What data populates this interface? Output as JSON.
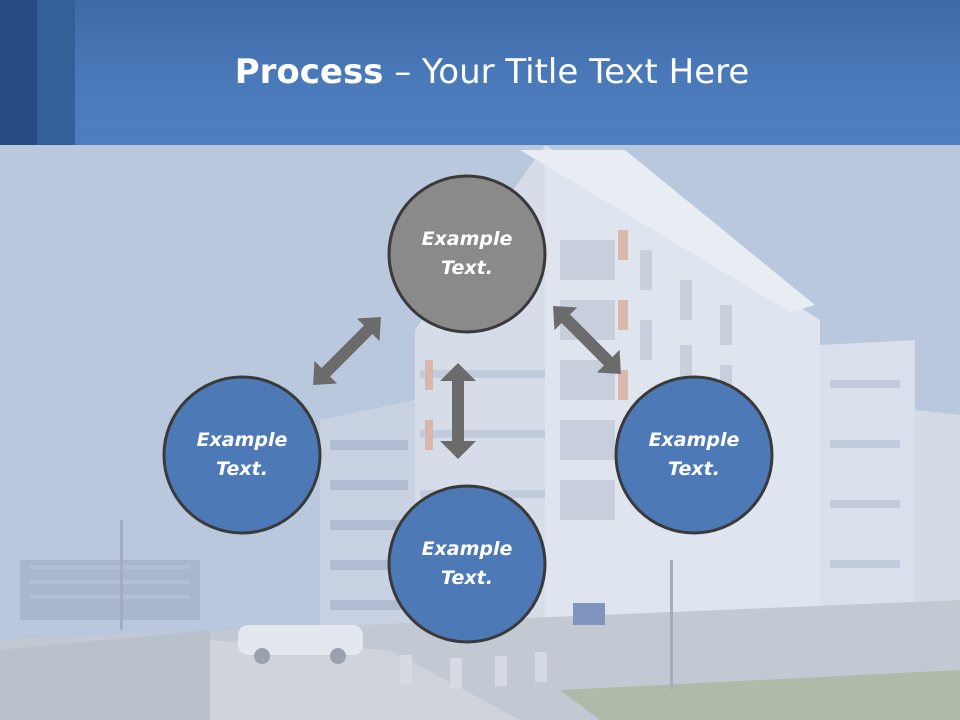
{
  "slide": {
    "title_bold": "Process",
    "title_rest": " – Your Title Text Here"
  },
  "nodes": [
    {
      "line1": "Example",
      "line2": "Text.",
      "color": "#8a8a8a"
    },
    {
      "line1": "Example",
      "line2": "Text.",
      "color": "#4d79b6"
    },
    {
      "line1": "Example",
      "line2": "Text.",
      "color": "#4d79b6"
    },
    {
      "line1": "Example",
      "line2": "Text.",
      "color": "#4d79b6"
    }
  ],
  "colors": {
    "header": "#4a7aba",
    "arrow": "#6b6b6b",
    "circle_border": "#3a3a3a"
  }
}
